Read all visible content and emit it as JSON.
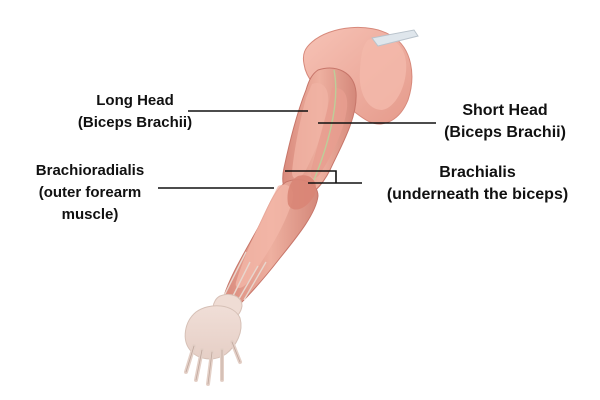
{
  "labels": {
    "long_head": {
      "line1": "Long Head",
      "line2": "(Biceps Brachii)"
    },
    "short_head": {
      "line1": "Short Head",
      "line2": "(Biceps Brachii)"
    },
    "brachioradialis": {
      "line1": "Brachioradialis",
      "line2": "(outer forearm",
      "line3": "muscle)"
    },
    "brachialis": {
      "line1": "Brachialis",
      "line2": "(underneath the biceps)"
    }
  },
  "colors": {
    "background": "#ffffff",
    "text": "#111111",
    "leader_line": "#111111",
    "muscle": "#e8a393",
    "muscle_dark": "#c9766a",
    "tendon": "#e9d8cf",
    "bone": "#f4e6df"
  }
}
